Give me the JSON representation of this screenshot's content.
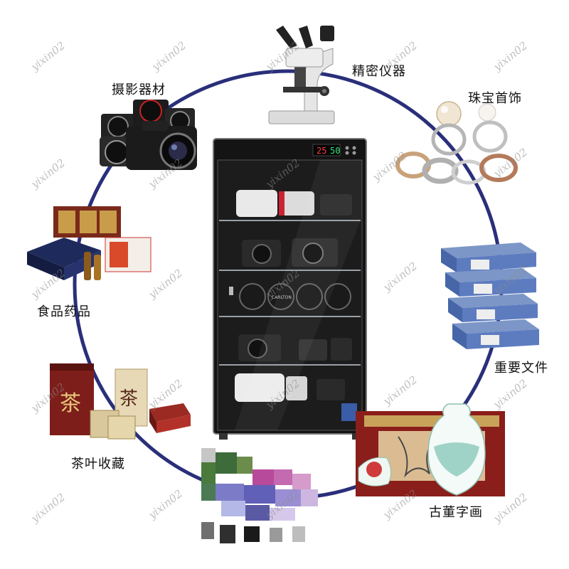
{
  "labels": {
    "photography": "摄影器材",
    "instruments": "精密仪器",
    "jewelry": "珠宝首饰",
    "food_medicine": "食品药品",
    "documents": "重要文件",
    "tea": "茶叶收藏",
    "antiques": "古董字画"
  },
  "watermark": "yixin02",
  "cabinet": {
    "display_value": "25",
    "lens_brand": "CARLTON"
  },
  "tea_box_char": "茶",
  "colors": {
    "ring": "#2a2f7a",
    "cabinet_body": "#141414",
    "display_red": "#ff3b3b",
    "display_green": "#36e07a",
    "text": "#111111"
  },
  "icons": [
    "camera-lens-icon",
    "microscope-icon",
    "ring-icon",
    "binder-icon",
    "vase-icon",
    "tea-box-icon",
    "food-box-icon"
  ]
}
